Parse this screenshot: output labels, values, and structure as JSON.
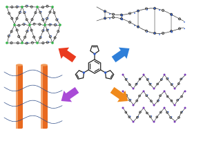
{
  "figure": {
    "colors": {
      "background": "#ffffff",
      "bond": "#1a1a1a",
      "n_atom": "#2a57c8",
      "node_metal": "#35b54a",
      "node_alt": "#7a3bb8",
      "link_atom": "#6e7f95",
      "helix_rod": "#e8691f",
      "arrow_red": "#ea3b1f",
      "arrow_blue": "#2e7fd9",
      "arrow_purple": "#a94bd6",
      "arrow_orange": "#f08a1c"
    },
    "center_ligand": {
      "core": "benzene",
      "substituents": 3,
      "substituent_ring": "pyrrole"
    },
    "arrows": [
      {
        "name": "arrow-top-left",
        "color_key": "arrow_red",
        "direction": "top-left"
      },
      {
        "name": "arrow-top-right",
        "color_key": "arrow_blue",
        "direction": "top-right"
      },
      {
        "name": "arrow-bottom-left",
        "color_key": "arrow_purple",
        "direction": "bottom-left"
      },
      {
        "name": "arrow-bottom-right",
        "color_key": "arrow_orange",
        "direction": "bottom-right"
      }
    ],
    "panels": [
      {
        "name": "panel-top-left",
        "kind": "2D honeycomb network",
        "node_color_key": "node_metal"
      },
      {
        "name": "panel-top-right",
        "kind": "wavy ribbon chains",
        "node_color_key": "n_atom"
      },
      {
        "name": "panel-bottom-left",
        "kind": "helical chains around rods",
        "node_color_key": "n_atom"
      },
      {
        "name": "panel-bottom-right",
        "kind": "zigzag heart-shaped network",
        "node_color_key": "node_alt"
      }
    ]
  }
}
